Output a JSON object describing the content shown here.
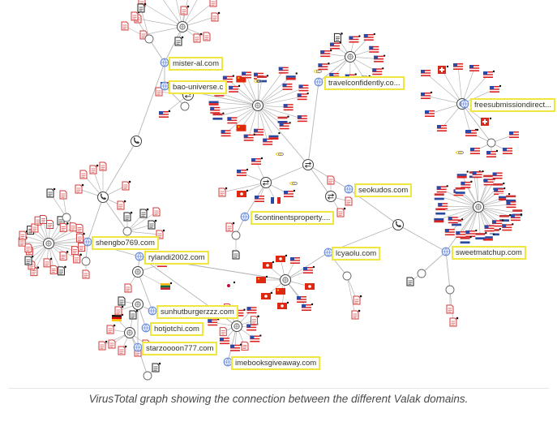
{
  "caption": "VirusTotal graph showing the connection between the different Valak domains.",
  "domains": [
    {
      "id": "mister_al",
      "label": "mister-al.com"
    },
    {
      "id": "bao_universe",
      "label": "bao-universe.c"
    },
    {
      "id": "travelconfidently",
      "label": "travelconfidently.co..."
    },
    {
      "id": "freesubmission",
      "label": "freesubmissiondirect..."
    },
    {
      "id": "seokudos",
      "label": "seokudos.com"
    },
    {
      "id": "fivecontinents",
      "label": "5continentsproperty...."
    },
    {
      "id": "shengbo",
      "label": "shengbo769.com"
    },
    {
      "id": "rylandi",
      "label": "rylandi2002.com"
    },
    {
      "id": "lcyaolu",
      "label": "lcyaolu.com"
    },
    {
      "id": "sweetmatchup",
      "label": "sweetmatchup.com"
    },
    {
      "id": "sunhutburger",
      "label": "sunhutburgerzzz.com"
    },
    {
      "id": "hotjotchi",
      "label": "hotjotchi.com"
    },
    {
      "id": "starzooon",
      "label": "starzoooon777.com"
    },
    {
      "id": "imebooks",
      "label": "imebooksgiveaway.com"
    }
  ],
  "colors": {
    "highlight": "#f0e640",
    "edge": "#b5b5b5",
    "file_icon_red": "#d33a3a",
    "file_icon_black": "#222222",
    "domain_icon": "#6f8fd8",
    "hub_stroke": "#444444",
    "relation_yellow": "#f2d23a"
  },
  "icons": [
    "globe-icon",
    "file-icon",
    "phone-icon",
    "share-icon",
    "link-icon",
    "flag-icon"
  ]
}
